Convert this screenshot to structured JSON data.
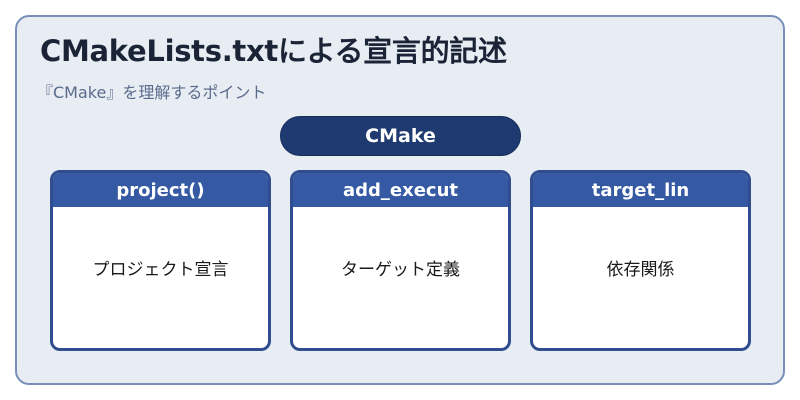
{
  "title": "CMakeLists.txtによる宣言的記述",
  "subtitle": "『CMake』を理解するポイント",
  "root": "CMake",
  "cards": [
    {
      "header": "project()",
      "body": "プロジェクト宣言"
    },
    {
      "header": "add_execut",
      "body": "ターゲット定義"
    },
    {
      "header": "target_lin",
      "body": "依存関係"
    }
  ]
}
